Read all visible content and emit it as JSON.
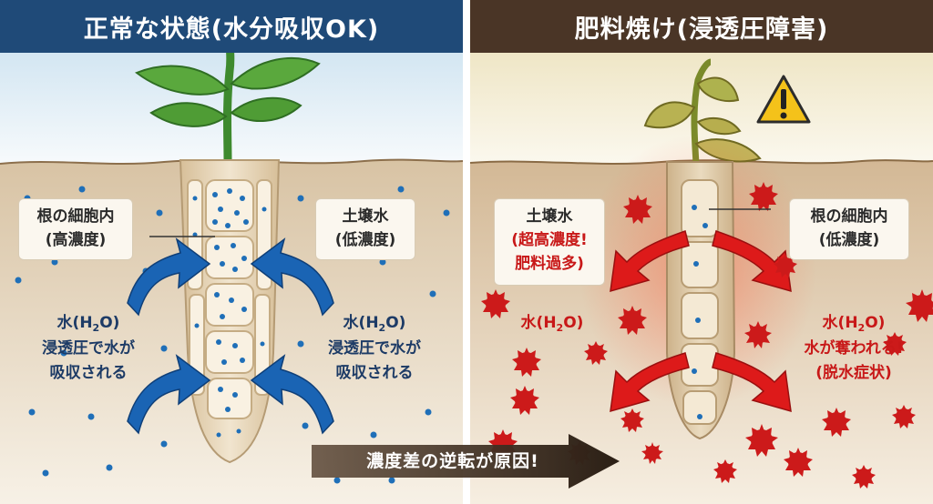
{
  "left_panel": {
    "title": "正常な状態(水分吸収OK)",
    "root_box_line1": "根の細胞内",
    "root_box_line2": "(高濃度)",
    "soil_box_line1": "土壌水",
    "soil_box_line2": "(低濃度)",
    "water_pre": "水(H",
    "water_sub": "2",
    "water_post": "O)",
    "caption_line1": "浸透圧で水が",
    "caption_line2": "吸収される"
  },
  "right_panel": {
    "title": "肥料焼け(浸透圧障害)",
    "soil_box_line1": "土壌水",
    "soil_box_line2": "(超高濃度!",
    "soil_box_line3": "肥料過多)",
    "root_box_line1": "根の細胞内",
    "root_box_line2": "(低濃度)",
    "water_pre": "水(H",
    "water_sub": "2",
    "water_post": "O)",
    "caption_line1": "水が奪われる!",
    "caption_line2": "(脱水症状)"
  },
  "banner": {
    "label": "濃度差の逆転が原因!"
  },
  "colors": {
    "left_header": "#1f4a78",
    "right_header": "#4a3526",
    "water_dot": "#1f6fb8",
    "salt_red": "#c81818",
    "inflow_arrow": "#1a64b4",
    "outflow_arrow": "#dd1a1a"
  },
  "icons": [
    "plant-icon",
    "warning-icon",
    "water-dot-icon",
    "salt-particle-icon",
    "inflow-arrow-icon",
    "outflow-arrow-icon"
  ]
}
